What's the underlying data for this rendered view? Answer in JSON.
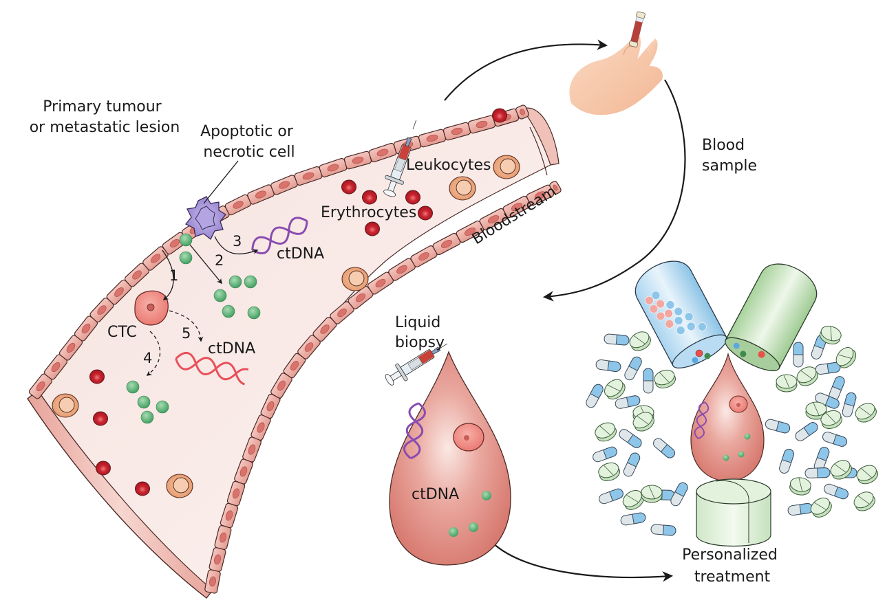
{
  "labels": {
    "primary_tumour": [
      "Primary tumour",
      "or metastatic lesion"
    ],
    "apoptotic_cell": [
      "Apoptotic or",
      "necrotic cell"
    ],
    "leukocytes": "Leukocytes",
    "erythrocytes": "Erythrocytes",
    "bloodstream": "Bloodstream",
    "ctdna_3": "ctDNA",
    "ctdna_5": "ctDNA",
    "ctc": "CTC",
    "blood_sample": [
      "Blood",
      "sample"
    ],
    "liquid_biopsy": [
      "Liquid",
      "biopsy"
    ],
    "ctdna_drop": "ctDNA",
    "personalized_treatment": [
      "Personalized",
      "treatment"
    ]
  },
  "pathway_numbers": [
    "1",
    "2",
    "3",
    "4",
    "5"
  ],
  "colors": {
    "vessel_wall": "#e9a9a0",
    "vessel_lumen": "#f8ebe8",
    "tumour_cell": "#ef8a82",
    "apoptotic_cell": "#9b8ad0",
    "erythrocyte": "#c8242f",
    "leukocyte": "#e9a57e",
    "cfdna_particle": "#5fb37a",
    "ctdna_purple": "#8a4bb0",
    "ctdna_red": "#e8505a",
    "blood_drop": "#dd8a80",
    "capsule_blue": "#8ec6ea",
    "capsule_green": "#b9dcb0",
    "skin": "#f6c9a8"
  }
}
